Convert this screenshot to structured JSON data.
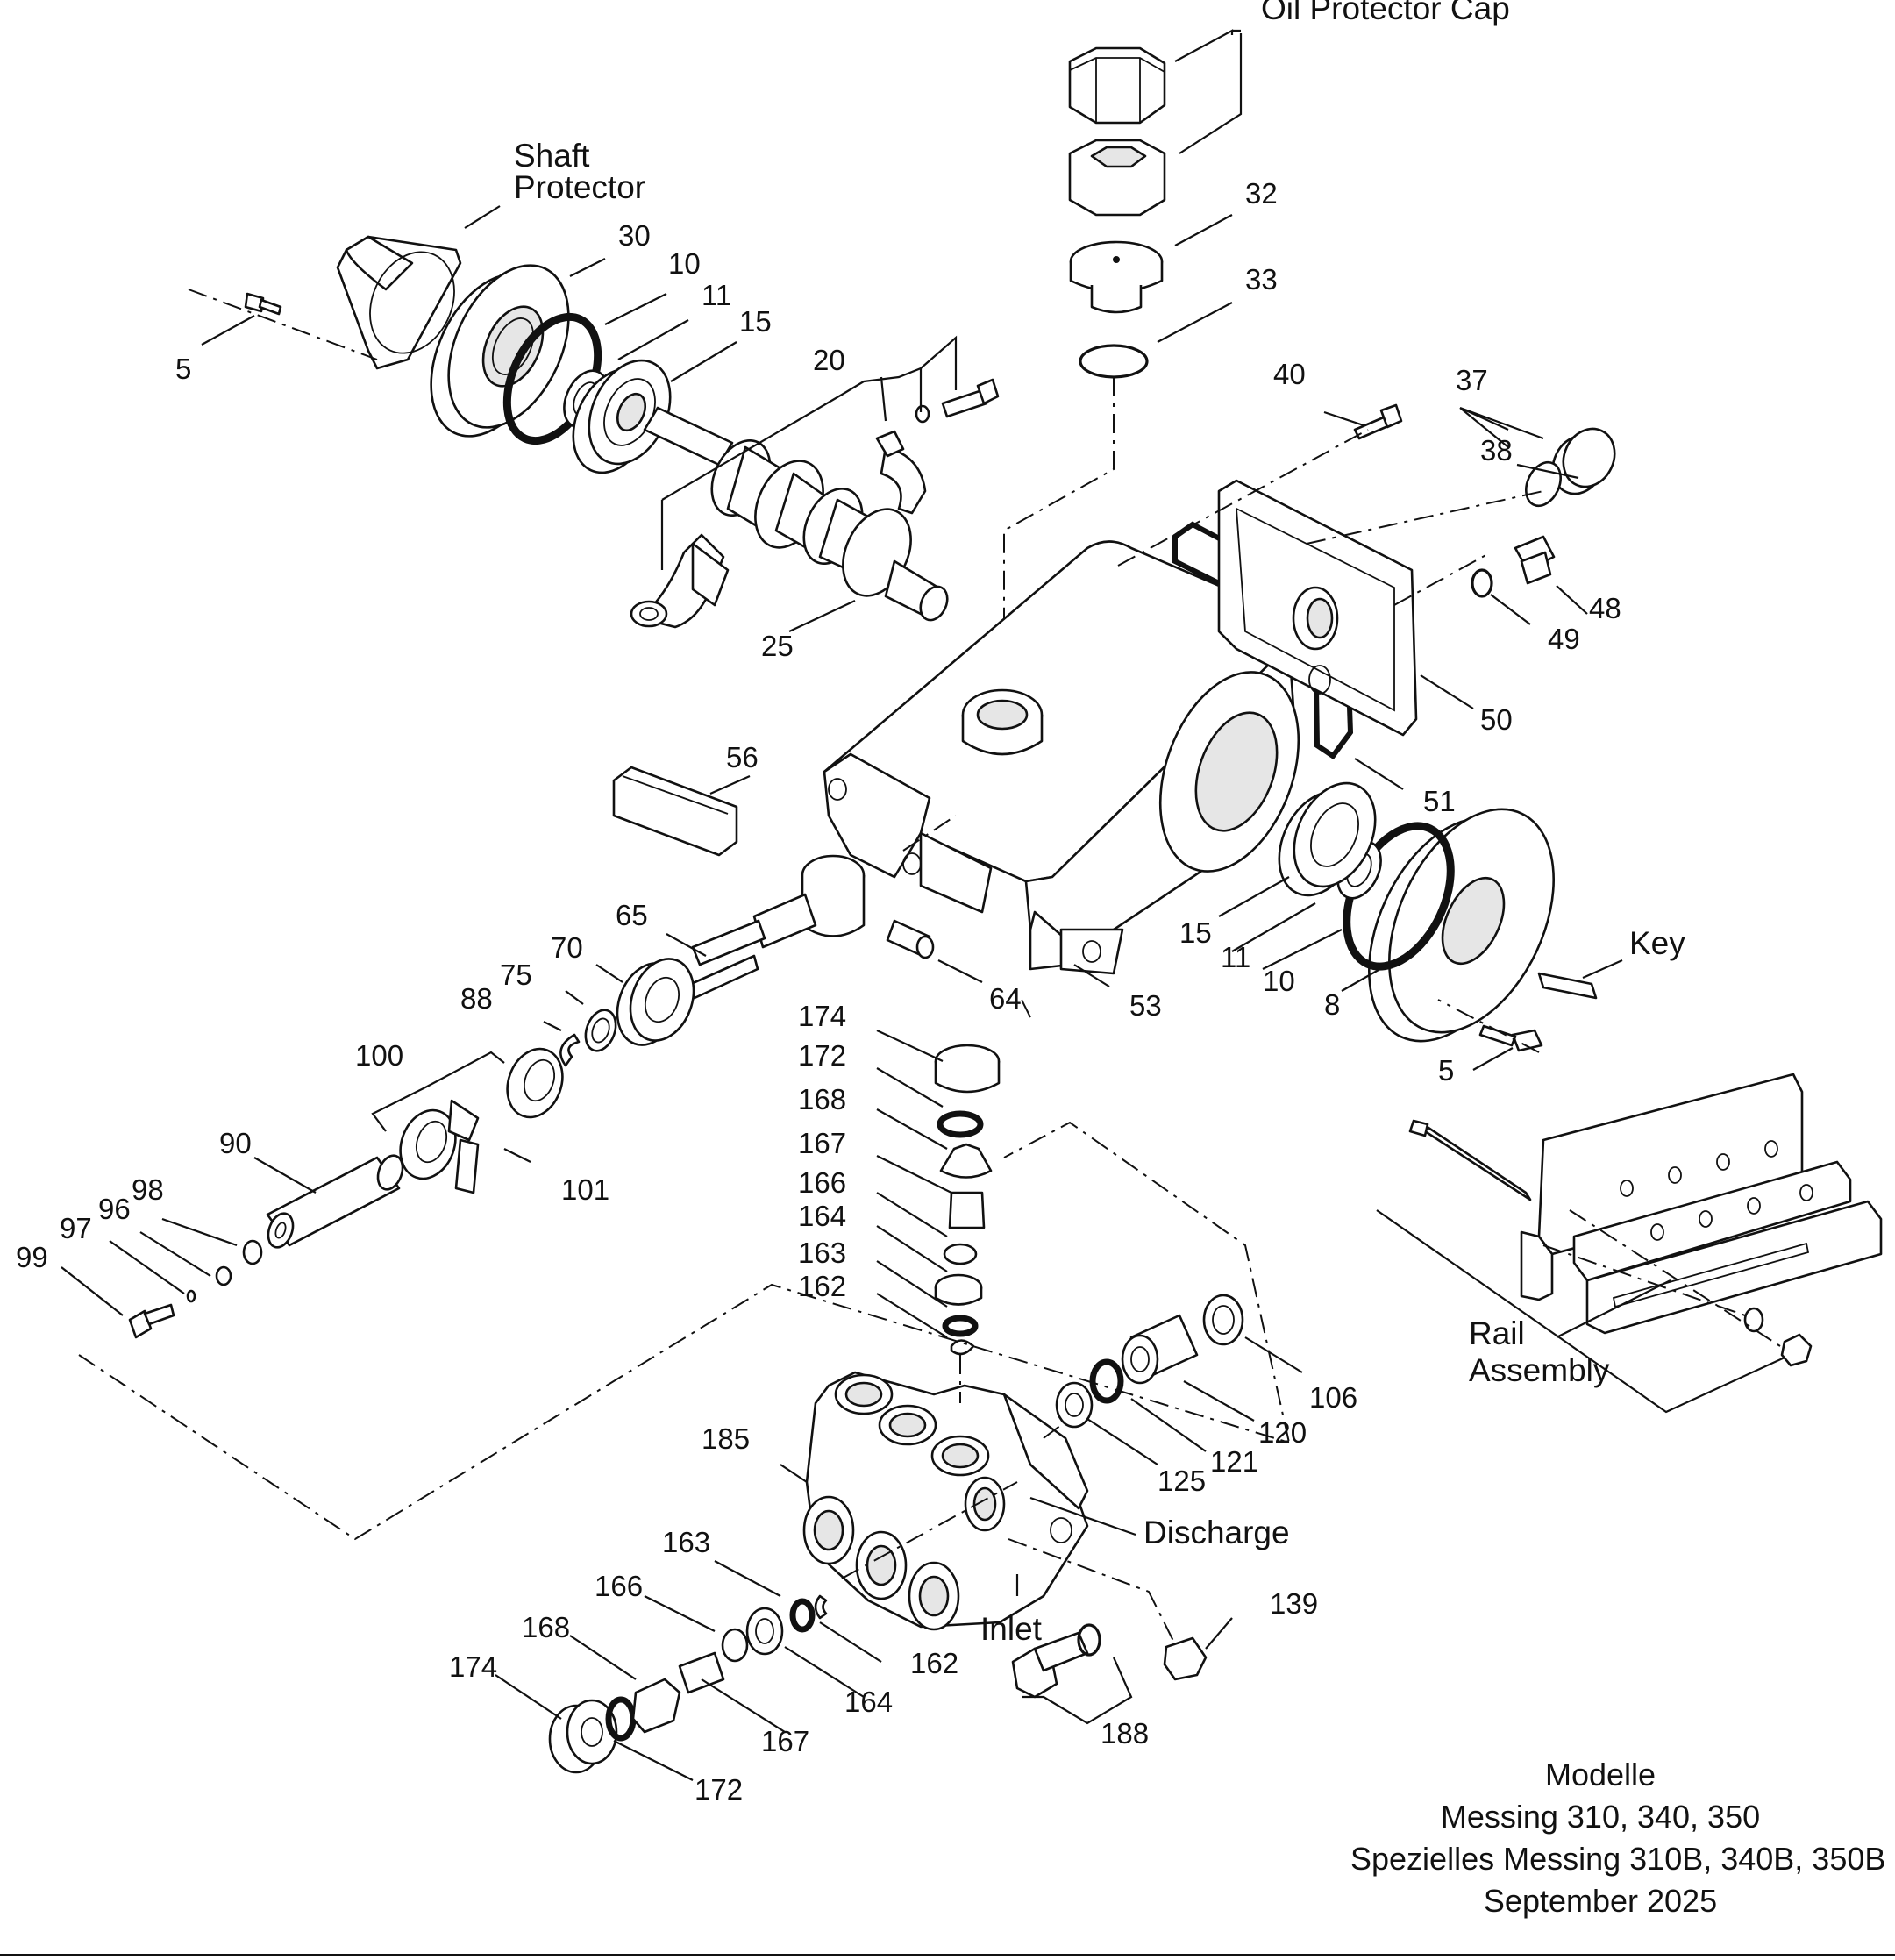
{
  "labels": {
    "oil_protector_cap": "Oil Protector Cap",
    "shaft_protector_1": "Shaft",
    "shaft_protector_2": "Protector",
    "discharge": "Discharge",
    "inlet": "Inlet",
    "key": "Key",
    "rail_assembly_1": "Rail",
    "rail_assembly_2": "Assembly"
  },
  "parts": {
    "p5a": "5",
    "p30": "30",
    "p10a": "10",
    "p11a": "11",
    "p15a": "15",
    "p20": "20",
    "p25": "25",
    "p32": "32",
    "p33": "33",
    "p40": "40",
    "p37": "37",
    "p38": "38",
    "p48": "48",
    "p49": "49",
    "p50": "50",
    "p51": "51",
    "p56": "56",
    "p65": "65",
    "p70": "70",
    "p75": "75",
    "p88": "88",
    "p64": "64",
    "p53": "53",
    "p15b": "15",
    "p11b": "11",
    "p10b": "10",
    "p8": "8",
    "p5b": "5",
    "p100": "100",
    "p90": "90",
    "p101": "101",
    "p98": "98",
    "p96": "96",
    "p97": "97",
    "p99": "99",
    "p174a": "174",
    "p172a": "172",
    "p168a": "168",
    "p167a": "167",
    "p166a": "166",
    "p164a": "164",
    "p163a": "163",
    "p162a": "162",
    "p106": "106",
    "p120": "120",
    "p121": "121",
    "p125": "125",
    "p185": "185",
    "p163b": "163",
    "p166b": "166",
    "p168b": "168",
    "p174b": "174",
    "p162b": "162",
    "p164b": "164",
    "p167b": "167",
    "p172b": "172",
    "p139": "139",
    "p188": "188"
  },
  "footer": {
    "line1": "Modelle",
    "line2": "Messing 310, 340, 350",
    "line3": "Spezielles Messing 310B, 340B, 350B",
    "line4": "September 2025"
  }
}
